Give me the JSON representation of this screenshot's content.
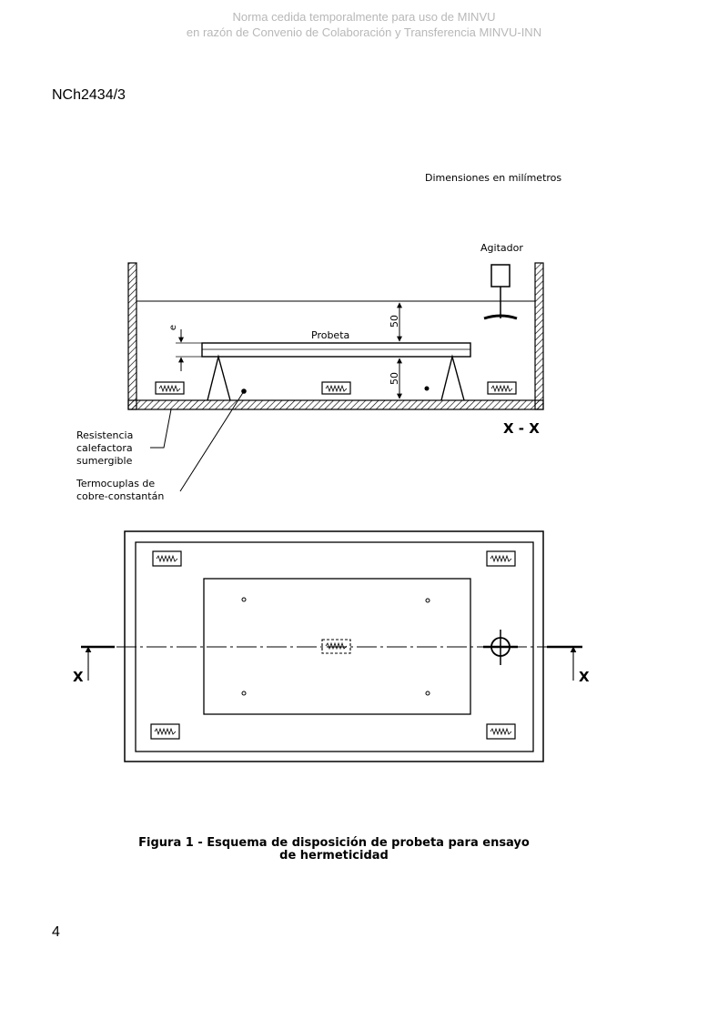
{
  "watermark": {
    "line1": "Norma cedida temporalmente para uso de MINVU",
    "line2": "en razón de Convenio de Colaboración y Transferencia MINVU-INN"
  },
  "header": {
    "doc_code": "NCh2434/3"
  },
  "figure": {
    "units_note": "Dimensiones en milímetros",
    "labels": {
      "agitator": "Agitador",
      "specimen": "Probeta",
      "dimension_top": "50",
      "dimension_bottom": "50",
      "thickness": "e",
      "section": "X - X",
      "heater_line1": "Resistencia",
      "heater_line2": "calefactora",
      "heater_line3": "sumergible",
      "thermocouple_line1": "Termocuplas de",
      "thermocouple_line2": "cobre-constantán",
      "cut_left": "X",
      "cut_right": "X"
    },
    "caption_line1": "Figura 1 - Esquema de disposición de probeta para ensayo",
    "caption_line2": "de hermeticidad"
  },
  "footer": {
    "page_number": "4"
  }
}
